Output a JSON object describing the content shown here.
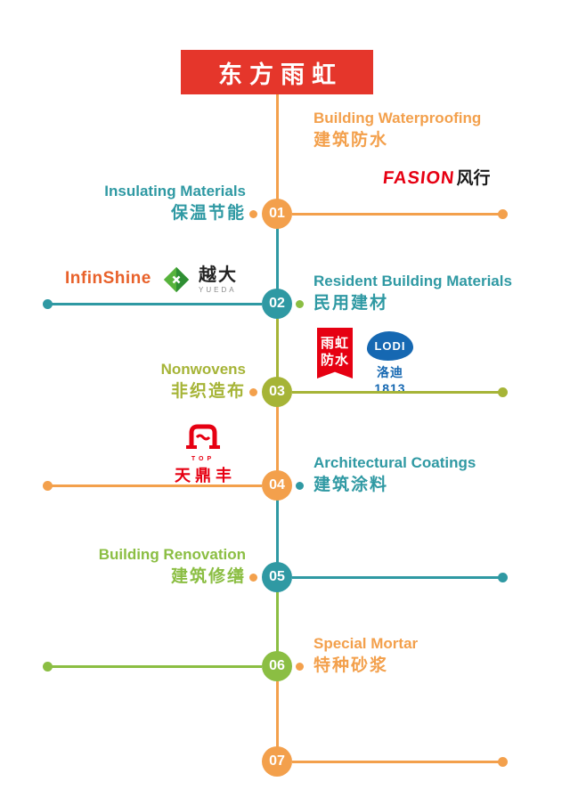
{
  "banner": {
    "title": "东方雨虹"
  },
  "colors": {
    "banner_red": "#E5362B",
    "logo_red": "#E60012",
    "orange": "#F3A04C",
    "teal": "#2F99A3",
    "olive": "#A6B437",
    "green": "#8BBE43",
    "lodi_blue": "#1668B2",
    "infinshine_orange": "#E8612A"
  },
  "top_category": {
    "en": "Building Waterproofing",
    "zh": "建筑防水"
  },
  "rows": [
    {
      "num": "01",
      "label": {
        "en": "Insulating Materials",
        "zh": "保温节能"
      }
    },
    {
      "num": "02",
      "label": {
        "en": "Resident Building Materials",
        "zh": "民用建材"
      }
    },
    {
      "num": "03",
      "label": {
        "en": "Nonwovens",
        "zh": "非织造布"
      }
    },
    {
      "num": "04",
      "label": {
        "en": "Architectural Coatings",
        "zh": "建筑涂料"
      }
    },
    {
      "num": "05",
      "label": {
        "en": "Building Renovation",
        "zh": "建筑修缮"
      }
    },
    {
      "num": "06",
      "label": {
        "en": "Special Mortar",
        "zh": "特种砂浆"
      }
    },
    {
      "num": "07"
    }
  ],
  "logos": {
    "fasion": {
      "name": "FASION",
      "suffix": "风行"
    },
    "infinshine": {
      "name": "InfinShine"
    },
    "yueda": {
      "zh": "越大",
      "en": "YUEDA"
    },
    "yuhong": {
      "line1": "雨虹",
      "line2": "防水"
    },
    "lodi": {
      "mark": "LODI",
      "name": "洛迪1813"
    },
    "tiandingfeng": {
      "top": "TOP",
      "name": "天鼎丰"
    }
  }
}
